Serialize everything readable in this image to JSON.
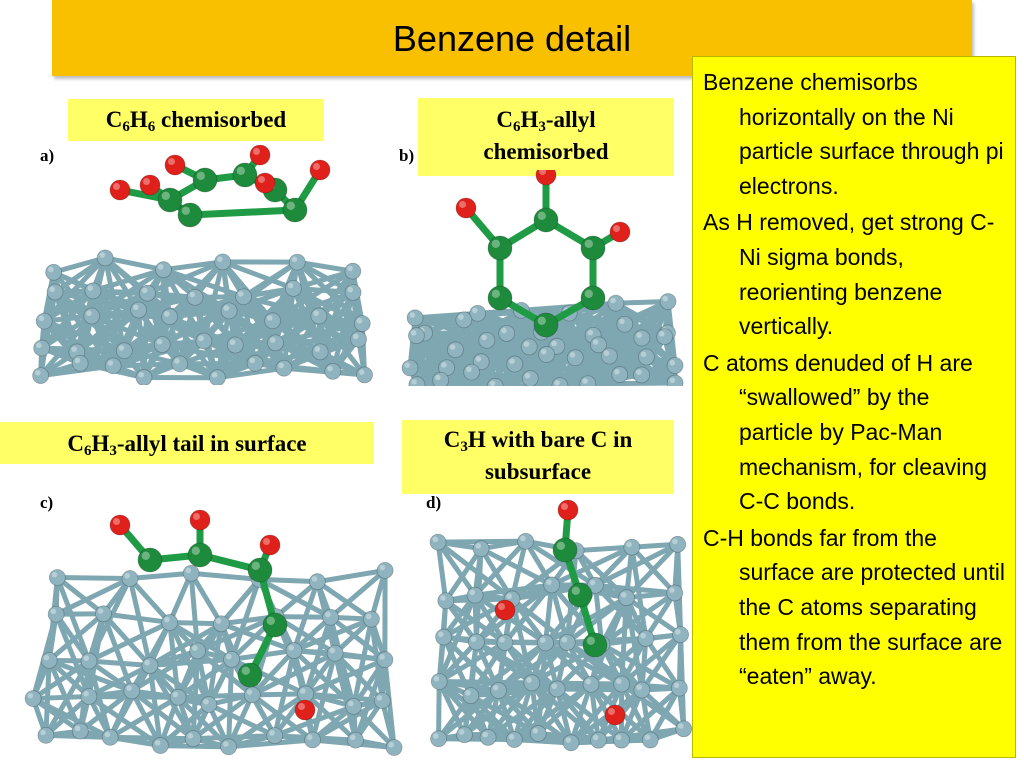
{
  "slide": {
    "title": "Benzene detail"
  },
  "panels": {
    "a": {
      "letter": "a)",
      "label_c": "C",
      "label_sub1": "6",
      "label_h": "H",
      "label_sub2": "6",
      "label_rest": " chemisorbed"
    },
    "b": {
      "letter": "b)",
      "label_c": "C",
      "label_sub1": "6",
      "label_h": "H",
      "label_sub2": "3",
      "label_rest": "-allyl",
      "label_line2": "chemisorbed"
    },
    "c": {
      "letter": "c)",
      "label_c": "C",
      "label_sub1": "6",
      "label_h": "H",
      "label_sub2": "3",
      "label_rest": "-allyl tail in surface"
    },
    "d": {
      "letter": "d)",
      "label_c": "C",
      "label_sub1": "3",
      "label_rest": "H with bare C in",
      "label_line2": "subsurface"
    }
  },
  "text_box": {
    "paragraphs": [
      "Benzene chemisorbs horizontally on the Ni particle surface through pi electrons.",
      "As H removed, get strong C-Ni sigma bonds, reorienting benzene vertically.",
      "C atoms denuded of H are “swallowed” by the particle by Pac-Man mechanism, for cleaving C-C bonds.",
      "C-H bonds far from the surface are protected until the C atoms separating them from the surface are “eaten” away."
    ]
  },
  "colors": {
    "title_bar": "#f9c000",
    "label_fill": "#ffff66",
    "text_box_fill": "#ffff00",
    "nickel": "#8fb4bf",
    "carbon": "#1e8a3c",
    "hydrogen": "#e0211b"
  }
}
